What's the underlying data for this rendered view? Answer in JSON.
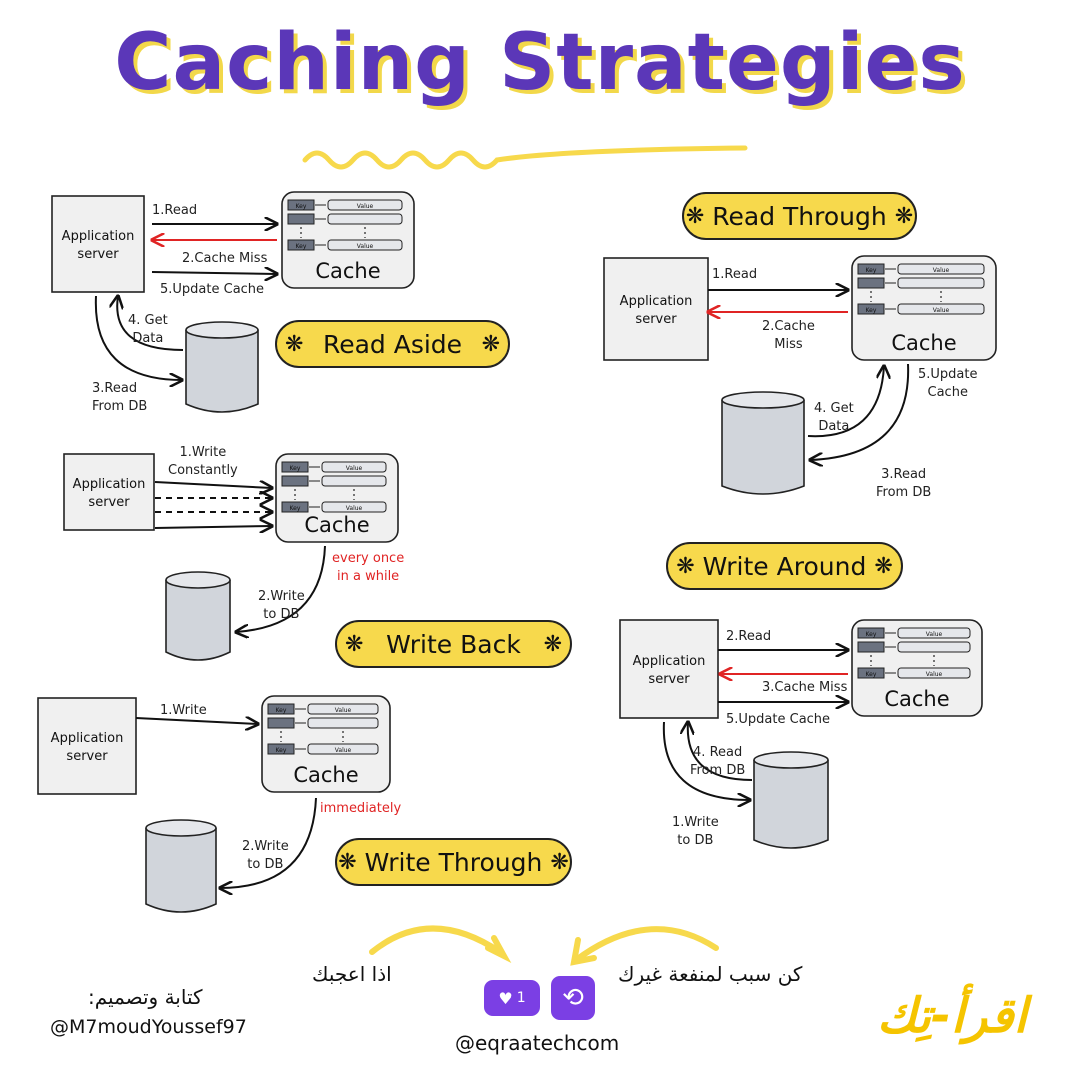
{
  "title": "Caching Strategies",
  "common": {
    "app_server": [
      "Application",
      "server"
    ],
    "cache": "Cache",
    "key": "Key",
    "value": "Value"
  },
  "read_aside": {
    "name": "Read Aside",
    "read": "1.Read",
    "cache_miss": "2.Cache Miss",
    "update_cache": "5.Update Cache",
    "get_data": [
      "4. Get",
      "Data"
    ],
    "read_db": [
      "3.Read",
      "From DB"
    ]
  },
  "read_through": {
    "name": "Read Through",
    "read": "1.Read",
    "cache_miss": [
      "2.Cache",
      "Miss"
    ],
    "update_cache": [
      "5.Update",
      "Cache"
    ],
    "get_data": [
      "4. Get",
      "Data"
    ],
    "read_db": [
      "3.Read",
      "From DB"
    ]
  },
  "write_back": {
    "name": "Write Back",
    "write": [
      "1.Write",
      "Constantly"
    ],
    "note": [
      "every once",
      "in a while"
    ],
    "write_db": [
      "2.Write",
      "to DB"
    ]
  },
  "write_around": {
    "name": "Write Around",
    "read": "2.Read",
    "cache_miss": "3.Cache Miss",
    "update_cache": "5.Update Cache",
    "read_db": [
      "4. Read",
      "From DB"
    ],
    "write_db": [
      "1.Write",
      "to DB"
    ]
  },
  "write_through": {
    "name": "Write Through",
    "write": "1.Write",
    "note": "immediately",
    "write_db": [
      "2.Write",
      "to DB"
    ]
  },
  "footer": {
    "like_text": "اذا اعجبك",
    "share_text": "كن سبب لمنفعة غيرك",
    "credit_label": "كتابة وتصميم:",
    "author": "@M7moudYoussef97",
    "handle": "@eqraatechcom",
    "like_count": "1",
    "logo": "اقرأ-تِك"
  },
  "colors": {
    "title": "#5b37b8",
    "pill": "#f7d94c",
    "red_arrow": "#e02424",
    "box_fill": "#f0f0f0",
    "key_fill": "#6b7280",
    "value_fill": "#e5e7eb",
    "instagram_purple": "#7b3fe4",
    "logo_yellow": "#f5c400"
  }
}
